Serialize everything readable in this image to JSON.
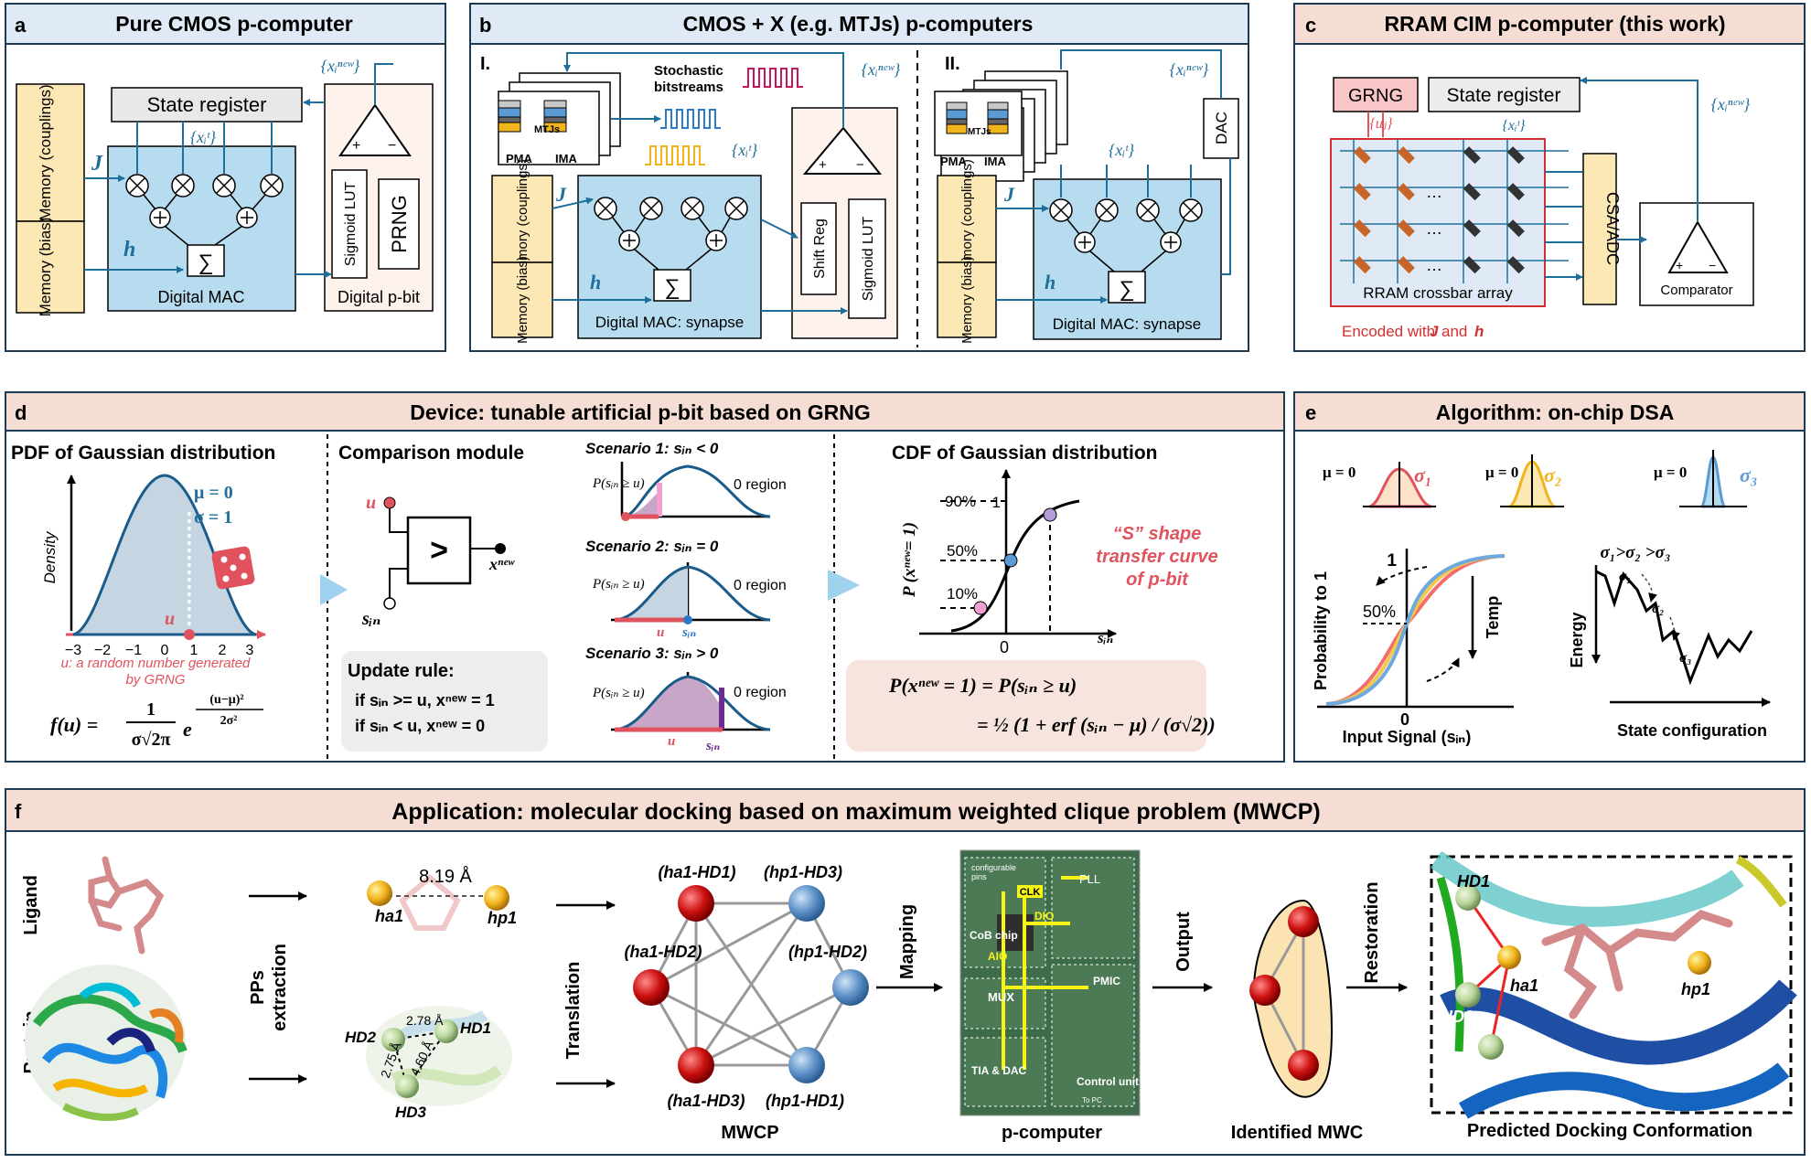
{
  "panels": {
    "a": {
      "letter": "a",
      "title": "Pure CMOS p-computer",
      "state_register": "State register",
      "mem_couplings": "Memory (couplings)",
      "mem_bias": "Memory (bias)",
      "J": "J",
      "h": "h",
      "xt": "{xᵢᵗ}",
      "xnew": "{xᵢⁿᵉʷ}",
      "sigma_sym": "∑",
      "mac": "Digital MAC",
      "sigmoid": "Sigmoid LUT",
      "prng": "PRNG",
      "pbit": "Digital p-bit"
    },
    "b": {
      "letter": "b",
      "title": "CMOS + X (e.g. MTJs) p-computers",
      "roman1": "I.",
      "roman2": "II.",
      "stoch": "Stochastic",
      "bitstreams": "bitstreams",
      "mtjs": "MTJs",
      "pma": "PMA",
      "ima": "IMA",
      "xt": "{xᵢᵗ}",
      "xnew": "{xᵢⁿᵉʷ}",
      "mem_couplings": "Memory (couplings)",
      "mem_bias": "Memory (bias)",
      "J": "J",
      "h": "h",
      "sigma_sym": "∑",
      "mac": "Digital MAC: synapse",
      "shift": "Shift Reg",
      "sigmoid": "Sigmoid LUT",
      "dac": "DAC"
    },
    "c": {
      "letter": "c",
      "title": "RRAM CIM p-computer (this work)",
      "grng": "GRNG",
      "state_register": "State register",
      "uj": "{uⱼ}",
      "xt": "{xᵢᵗ}",
      "xnew": "{xᵢⁿᵉʷ}",
      "dots": "…",
      "crossbar": "RRAM crossbar array",
      "csa": "CSA/ADC",
      "comparator": "Comparator",
      "encoded": "Encoded with",
      "J": "J",
      "and": "and",
      "h": "h"
    },
    "d": {
      "letter": "d",
      "title": "Device: tunable artificial p-bit based on GRNG",
      "pdf_title": "PDF of  Gaussian distribution",
      "density": "Density",
      "mu": "μ = 0",
      "sigma": "σ = 1",
      "ticks": [
        "−3",
        "−2",
        "−1",
        "0",
        "1",
        "2",
        "3"
      ],
      "u": "u",
      "u_note1": "u: a random number generated",
      "u_note2": "by GRNG",
      "fu": "f(u) =",
      "frac_num": "1",
      "frac_den": "σ√2π",
      "exp_e": "e",
      "exp_num": "(u−μ)²",
      "exp_den": "2σ²",
      "cmp_title": "Comparison module",
      "gt": ">",
      "xnew": "xⁿᵉʷ",
      "sin": "sᵢₙ",
      "update_rule": "Update rule:",
      "rule1": "if sᵢₙ >= u, xⁿᵉʷ = 1",
      "rule2": "if sᵢₙ < u,  xⁿᵉʷ = 0",
      "sc1": "Scenario 1: sᵢₙ < 0",
      "sc2": "Scenario 2: sᵢₙ = 0",
      "sc3": "Scenario 3: sᵢₙ > 0",
      "prob": "P(sᵢₙ ≥ u)",
      "zero_region": "0 region",
      "cdf_title": "CDF of  Gaussian distribution",
      "pct90": "90%",
      "pct50": "50%",
      "pct10": "10%",
      "one": "1",
      "zero": "0",
      "ylabel": "P (xⁿᵉʷ= 1)",
      "s_shape1": "“S” shape",
      "s_shape2": "transfer curve",
      "s_shape3": "of p-bit",
      "eq1": "P(xⁿᵉʷ = 1) = P(sᵢₙ ≥ u)",
      "eq2": "= ½ (1 + erf (sᵢₙ − μ) / (σ√2))"
    },
    "e": {
      "letter": "e",
      "title": "Algorithm: on-chip DSA",
      "mu": "μ = 0",
      "s1": "σ₁",
      "s2": "σ₂",
      "s3": "σ₃",
      "prob_to_1": "Probability to 1",
      "one": "1",
      "pct50": "50%",
      "zero": "0",
      "input_signal": "Input Signal (sᵢₙ)",
      "temp": "Temp",
      "order": "σ₁>σ₂ >σ₃",
      "energy": "Energy",
      "state_conf": "State configuration"
    },
    "f": {
      "letter": "f",
      "title": "Application: molecular docking based on maximum weighted clique problem (MWCP)",
      "ligand": "Ligand",
      "protein": "Protein",
      "pps1": "PPs",
      "pps2": "extraction",
      "dist": "8.19 Å",
      "ha1": "ha1",
      "hp1": "hp1",
      "hd1": "HD1",
      "hd2": "HD2",
      "hd3": "HD3",
      "d278": "2.78 Å",
      "d275": "2.75 Å",
      "d460": "4.60 Å",
      "translation": "Translation",
      "n1": "(ha1-HD1)",
      "n2": "(hp1-HD3)",
      "n3": "(ha1-HD2)",
      "n4": "(hp1-HD2)",
      "n5": "(ha1-HD3)",
      "n6": "(hp1-HD1)",
      "mwcp": "MWCP",
      "mapping": "Mapping",
      "chip": {
        "configurable": "configurable",
        "pins": "pins",
        "clk": "CLK",
        "pll": "PLL",
        "dio": "DIO",
        "cob": "CoB chip",
        "aio": "AIO",
        "mux": "MUX",
        "pmic": "PMIC",
        "tia": "TIA & DAC",
        "ctrl": "Control unit",
        "topc": "To PC"
      },
      "pcomp": "p-computer",
      "output": "Output",
      "mwc": "Identified MWC",
      "restoration": "Restoration",
      "predicted": "Predicted Docking Conformation"
    }
  },
  "colors": {
    "panel_bg_a": "#dfeaf6",
    "panel_bg_c": "#f6ddd4",
    "border": "#1a3a56",
    "mac_blue": "#b7dcef",
    "memory_yellow": "#fbe8b5",
    "accent_blue": "#1f6f9b",
    "red": "#e0525d",
    "purple": "#6a2c91",
    "pink": "#e15a9e",
    "orange": "#f2b41c"
  }
}
